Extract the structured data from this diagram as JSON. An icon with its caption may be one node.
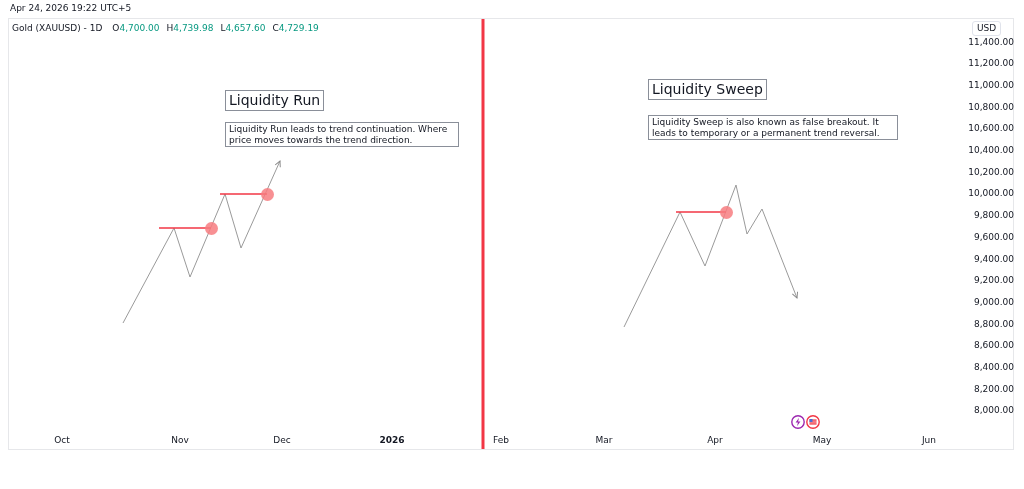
{
  "diagram": {
    "nodes": [
      {
        "text": [
          "Liquidity Run"
        ]
      },
      {
        "text": [
          "Liquidity Run leads to trend continuation. Where price moves towards the trend direction."
        ]
      },
      {
        "text": [
          "Liquidity Sweep"
        ]
      },
      {
        "text": [
          "Liquidity Sweep is also known as false breakout. It leads to temporary or a permanent trend reversal."
        ]
      }
    ],
    "labels": [
      "Apr 24, 2026 19:22 UTC+5",
      "Gold (XAUUSD) - 1D",
      "O4,700.00",
      "H4,739.98",
      "L4,657.60",
      "C4,729.19",
      "USD",
      "11,400.00",
      "11,200.00",
      "11,000.00",
      "10,800.00",
      "10,600.00",
      "10,400.00",
      "10,200.00",
      "10,000.00",
      "9,800.00",
      "9,600.00",
      "9,400.00",
      "9,200.00",
      "9,000.00",
      "8,800.00",
      "8,600.00",
      "8,400.00",
      "8,200.00",
      "8,000.00",
      "Oct",
      "Nov",
      "Dec",
      "2026",
      "Feb",
      "Mar",
      "Apr",
      "May",
      "Jun"
    ]
  }
}
